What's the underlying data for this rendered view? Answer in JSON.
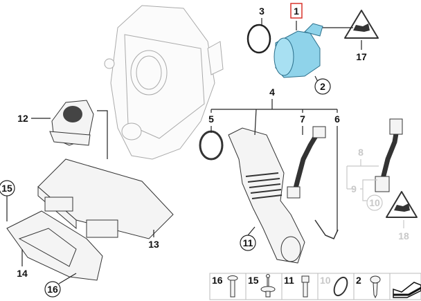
{
  "diagram": {
    "highlight_color": "#8fd3ea",
    "selected_box_color": "#d9342b",
    "labels": {
      "l1": "1",
      "l2": "2",
      "l3": "3",
      "l4": "4",
      "l5": "5",
      "l6": "6",
      "l7": "7",
      "l8": "8",
      "l9": "9",
      "l10": "10",
      "l11": "11",
      "l12": "12",
      "l13": "13",
      "l14": "14",
      "l15": "15",
      "l16": "16",
      "l17": "17",
      "l18": "18"
    },
    "hardware_strip": [
      {
        "label": "16",
        "icon": "pan-head-screw-icon",
        "active": true
      },
      {
        "label": "15",
        "icon": "expanding-rivet-icon",
        "active": true
      },
      {
        "label": "11",
        "icon": "hex-bolt-icon",
        "active": true
      },
      {
        "label": "10",
        "icon": "o-ring-icon",
        "active": false
      },
      {
        "label": "2",
        "icon": "self-tapping-screw-icon",
        "active": true
      },
      {
        "label": "",
        "icon": "arrow-next-icon",
        "active": true
      }
    ]
  }
}
